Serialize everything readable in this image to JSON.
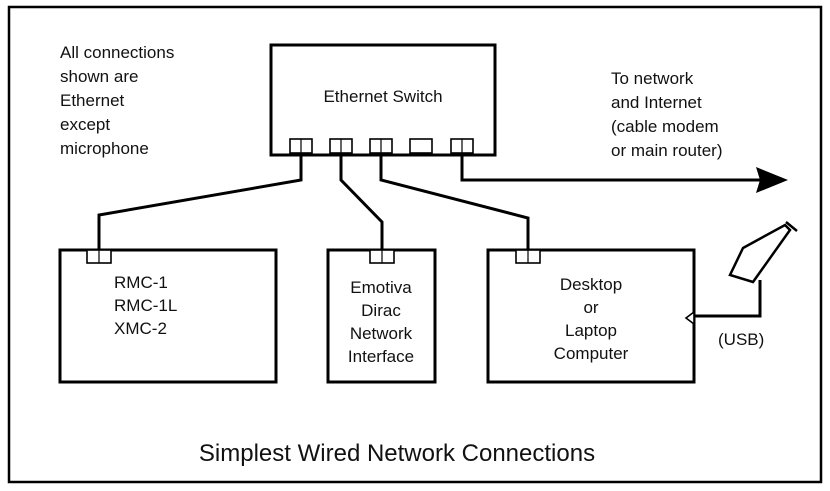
{
  "note": {
    "lines": [
      "All connections",
      "shown are",
      "Ethernet",
      "except",
      "microphone"
    ]
  },
  "switch": {
    "label": "Ethernet Switch"
  },
  "network": {
    "lines": [
      "To network",
      "and Internet",
      "(cable modem",
      "or main router)"
    ]
  },
  "devices": {
    "rmc": {
      "lines": [
        "RMC-1",
        "RMC-1L",
        "XMC-2"
      ]
    },
    "dirac": {
      "lines": [
        "Emotiva",
        "Dirac",
        "Network",
        "Interface"
      ]
    },
    "computer": {
      "lines": [
        "Desktop",
        "or",
        "Laptop",
        "Computer"
      ]
    }
  },
  "usb": {
    "label": "(USB)"
  },
  "footer": {
    "title": "Simplest Wired Network Connections"
  },
  "colors": {
    "stroke": "#000000",
    "background": "#ffffff",
    "text": "#111111"
  },
  "icons": {
    "microphone": "microphone-icon",
    "arrow": "arrow-right-icon"
  }
}
